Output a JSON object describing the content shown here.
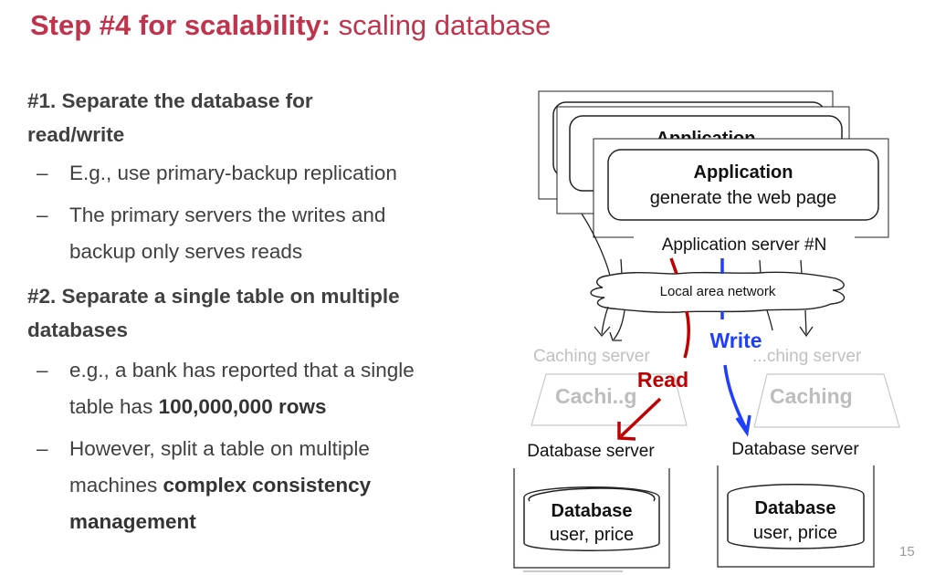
{
  "slide": {
    "title_bold": "Step #4 for scalability:",
    "title_rest": " scaling database",
    "page_number": "15",
    "accent_color": "#c0334d"
  },
  "content": {
    "sections": [
      {
        "heading_line1": "#1. Separate the database for",
        "heading_line2": "read/write",
        "bullets": [
          {
            "dash": "–",
            "line1": "E.g., use primary-backup replication"
          },
          {
            "dash": "–",
            "line1": "The primary servers the writes and",
            "line2": "backup only serves reads"
          }
        ]
      },
      {
        "heading_line1": "#2. Separate a single table on multiple",
        "heading_line2": "databases",
        "bullets": [
          {
            "dash": "–",
            "line1": "e.g., a bank has reported that a single",
            "line2_plain": "table has ",
            "line2_bold": "100,000,000 rows"
          },
          {
            "dash": "–",
            "line1": "However, split a table on multiple",
            "line2_plain": "machines ",
            "line2_bold": "complex consistency",
            "line3_bold": "management"
          }
        ]
      }
    ]
  },
  "diagram": {
    "app_title": "Application",
    "app_title_hidden": "Application",
    "app_subtitle": "generate the web page",
    "app_server_label": "Application server #N",
    "lan_label": "Local area network",
    "cache_left_label": "Caching server",
    "cache_left_box": "Cachi..g",
    "cache_right_label": "...ching server",
    "cache_right_box": "Caching",
    "read_label": "Read",
    "write_label": "Write",
    "db_left_server": "Database server",
    "db_left_title": "Database",
    "db_left_sub": "user, price",
    "db_right_server": "Database server",
    "db_right_title": "Database",
    "db_right_sub": "user, price",
    "read_color": "#c00000",
    "write_color": "#1f3fff"
  }
}
